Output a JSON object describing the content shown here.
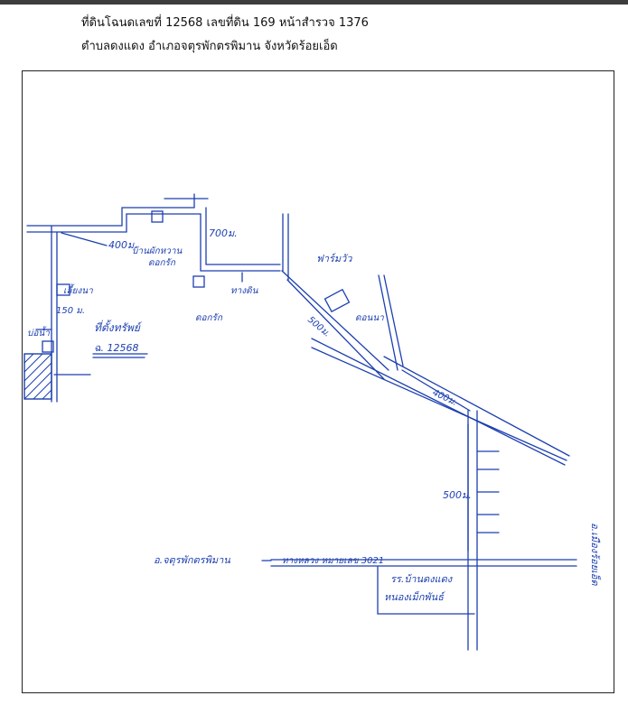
{
  "header": {
    "line1": "ที่ดินโฉนดเลขที่ 12568 เลขที่ดิน 169  หน้าสำรวจ 1376",
    "line2": "ตำบลดงแดง  อำเภอจตุรพักตรพิมาน  จังหวัดร้อยเอ็ด"
  },
  "map": {
    "labels": {
      "d400_top": "400ม.",
      "d700": "700ม.",
      "house_left": "บ้านผักหวาน",
      "house_left2": "ดอกรัก",
      "fram": "ฟาร์มวัว",
      "donna": "ดอนนา",
      "road_dirt": "ทางดิน",
      "wat": "ดอกรัก",
      "mark150": "150 ม.",
      "kor": "เลี้ยงนา",
      "monum": "บ่อน้ำ",
      "site": "ที่ตั้งทรัพย์",
      "site_no": "ฉ. 12568",
      "d500_diag": "500ม.",
      "d400_road": "400ม.",
      "d500_vert": "500ม.",
      "left_town": "อ.จตุรพักตรพิมาน",
      "right_town": "อ.เมืองร้อยเอ็ด",
      "highway": "ทางหลวง หมายเลข 3021",
      "school1": "รร.บ้านดงแดง",
      "school2": "หนองเม็กพันธ์"
    },
    "colors": {
      "ink": "#1c3fb0",
      "hatch": "#1c3fb0"
    }
  }
}
